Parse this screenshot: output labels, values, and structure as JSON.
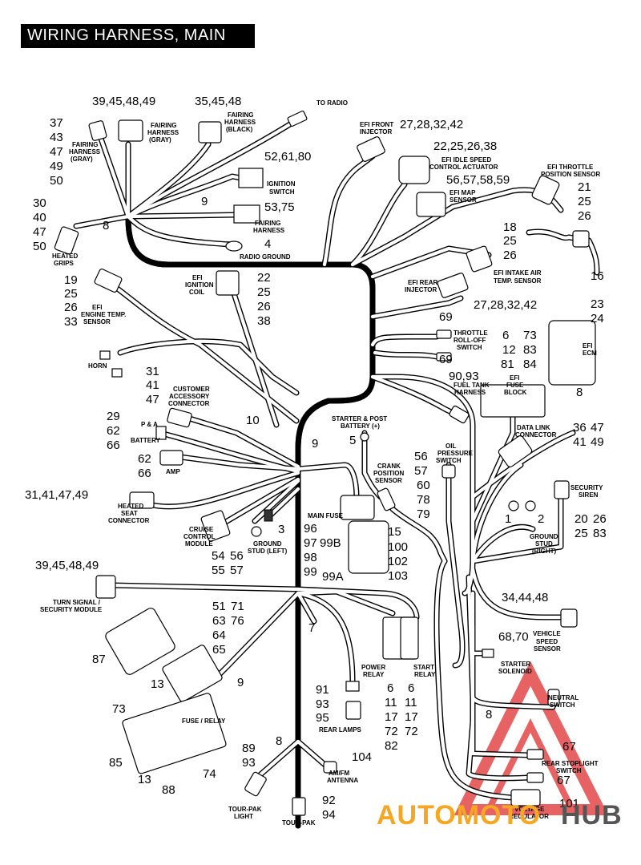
{
  "title": "WIRING HARNESS, MAIN",
  "watermark": {
    "left": "AUTOMOTO",
    "right": "HUB",
    "left_color": "#f5a623",
    "right_color": "#555555",
    "logo_color": "#e23b3b"
  },
  "callouts": [
    {
      "id": "c1",
      "text": "39,45,48,49"
    },
    {
      "id": "c2",
      "text": "35,45,48"
    },
    {
      "id": "c3",
      "text": "37"
    },
    {
      "id": "c4",
      "text": "43"
    },
    {
      "id": "c5",
      "text": "47"
    },
    {
      "id": "c6",
      "text": "49"
    },
    {
      "id": "c7",
      "text": "50"
    },
    {
      "id": "c8",
      "text": "52,61,80"
    },
    {
      "id": "c9",
      "text": "9"
    },
    {
      "id": "c10",
      "text": "30"
    },
    {
      "id": "c11",
      "text": "40"
    },
    {
      "id": "c12",
      "text": "47"
    },
    {
      "id": "c13",
      "text": "50"
    },
    {
      "id": "c14",
      "text": "8"
    },
    {
      "id": "c15",
      "text": "53,75"
    },
    {
      "id": "c16",
      "text": "4"
    },
    {
      "id": "c17",
      "text": "27,28,32,42"
    },
    {
      "id": "c18",
      "text": "22,25,26,38"
    },
    {
      "id": "c19",
      "text": "56,57,58,59"
    },
    {
      "id": "c20",
      "text": "21"
    },
    {
      "id": "c21",
      "text": "25"
    },
    {
      "id": "c22",
      "text": "26"
    },
    {
      "id": "c23",
      "text": "18"
    },
    {
      "id": "c24",
      "text": "25"
    },
    {
      "id": "c25",
      "text": "26"
    },
    {
      "id": "c26",
      "text": "16"
    },
    {
      "id": "c27",
      "text": "19"
    },
    {
      "id": "c28",
      "text": "25"
    },
    {
      "id": "c29",
      "text": "26"
    },
    {
      "id": "c30",
      "text": "33"
    },
    {
      "id": "c31",
      "text": "22"
    },
    {
      "id": "c32",
      "text": "25"
    },
    {
      "id": "c33",
      "text": "26"
    },
    {
      "id": "c34",
      "text": "38"
    },
    {
      "id": "c35",
      "text": "27,28,32,42"
    },
    {
      "id": "c36",
      "text": "23"
    },
    {
      "id": "c37",
      "text": "24"
    },
    {
      "id": "c38",
      "text": "69"
    },
    {
      "id": "c39",
      "text": "69"
    },
    {
      "id": "c40",
      "text": "6"
    },
    {
      "id": "c41",
      "text": "12"
    },
    {
      "id": "c42",
      "text": "81"
    },
    {
      "id": "c43",
      "text": "73"
    },
    {
      "id": "c44",
      "text": "83"
    },
    {
      "id": "c45",
      "text": "84"
    },
    {
      "id": "c46",
      "text": "90,93"
    },
    {
      "id": "c47",
      "text": "8"
    },
    {
      "id": "c48",
      "text": "31"
    },
    {
      "id": "c49",
      "text": "41"
    },
    {
      "id": "c50",
      "text": "47"
    },
    {
      "id": "c51",
      "text": "29"
    },
    {
      "id": "c52",
      "text": "62"
    },
    {
      "id": "c53",
      "text": "66"
    },
    {
      "id": "c54",
      "text": "10"
    },
    {
      "id": "c55",
      "text": "9"
    },
    {
      "id": "c56",
      "text": "5"
    },
    {
      "id": "c57",
      "text": "62"
    },
    {
      "id": "c58",
      "text": "66"
    },
    {
      "id": "c59",
      "text": "31,41,47,49"
    },
    {
      "id": "c60",
      "text": "36"
    },
    {
      "id": "c61",
      "text": "47"
    },
    {
      "id": "c62",
      "text": "41"
    },
    {
      "id": "c63",
      "text": "49"
    },
    {
      "id": "c64",
      "text": "56"
    },
    {
      "id": "c65",
      "text": "57"
    },
    {
      "id": "c66",
      "text": "60"
    },
    {
      "id": "c67",
      "text": "78"
    },
    {
      "id": "c68",
      "text": "79"
    },
    {
      "id": "c69",
      "text": "3"
    },
    {
      "id": "c70",
      "text": "96"
    },
    {
      "id": "c71",
      "text": "97"
    },
    {
      "id": "c72",
      "text": "99B"
    },
    {
      "id": "c73",
      "text": "98"
    },
    {
      "id": "c74",
      "text": "99"
    },
    {
      "id": "c75",
      "text": "99A"
    },
    {
      "id": "c76",
      "text": "15"
    },
    {
      "id": "c77",
      "text": "100"
    },
    {
      "id": "c78",
      "text": "102"
    },
    {
      "id": "c79",
      "text": "103"
    },
    {
      "id": "c80",
      "text": "1"
    },
    {
      "id": "c81",
      "text": "2"
    },
    {
      "id": "c82",
      "text": "20"
    },
    {
      "id": "c83",
      "text": "26"
    },
    {
      "id": "c84",
      "text": "25"
    },
    {
      "id": "c85",
      "text": "83"
    },
    {
      "id": "c86",
      "text": "54"
    },
    {
      "id": "c87",
      "text": "56"
    },
    {
      "id": "c88",
      "text": "55"
    },
    {
      "id": "c89",
      "text": "57"
    },
    {
      "id": "c90",
      "text": "39,45,48,49"
    },
    {
      "id": "c91",
      "text": "51"
    },
    {
      "id": "c92",
      "text": "71"
    },
    {
      "id": "c93",
      "text": "63"
    },
    {
      "id": "c94",
      "text": "76"
    },
    {
      "id": "c95",
      "text": "64"
    },
    {
      "id": "c96",
      "text": "65"
    },
    {
      "id": "c97",
      "text": "7"
    },
    {
      "id": "c98",
      "text": "34,44,48"
    },
    {
      "id": "c99",
      "text": "68,70"
    },
    {
      "id": "c100",
      "text": "87"
    },
    {
      "id": "c101",
      "text": "13"
    },
    {
      "id": "c102",
      "text": "9"
    },
    {
      "id": "c103",
      "text": "6"
    },
    {
      "id": "c104",
      "text": "11"
    },
    {
      "id": "c105",
      "text": "17"
    },
    {
      "id": "c106",
      "text": "72"
    },
    {
      "id": "c107",
      "text": "82"
    },
    {
      "id": "c108",
      "text": "6"
    },
    {
      "id": "c109",
      "text": "11"
    },
    {
      "id": "c110",
      "text": "17"
    },
    {
      "id": "c111",
      "text": "72"
    },
    {
      "id": "c112",
      "text": "91"
    },
    {
      "id": "c113",
      "text": "93"
    },
    {
      "id": "c114",
      "text": "95"
    },
    {
      "id": "c115",
      "text": "8"
    },
    {
      "id": "c116",
      "text": "73"
    },
    {
      "id": "c117",
      "text": "85"
    },
    {
      "id": "c118",
      "text": "13"
    },
    {
      "id": "c119",
      "text": "88"
    },
    {
      "id": "c120",
      "text": "74"
    },
    {
      "id": "c121",
      "text": "8"
    },
    {
      "id": "c122",
      "text": "89"
    },
    {
      "id": "c123",
      "text": "93"
    },
    {
      "id": "c124",
      "text": "104"
    },
    {
      "id": "c125",
      "text": "92"
    },
    {
      "id": "c126",
      "text": "94"
    },
    {
      "id": "c127",
      "text": "67"
    },
    {
      "id": "c128",
      "text": "67"
    },
    {
      "id": "c129",
      "text": "101"
    }
  ],
  "labels": [
    {
      "id": "l1",
      "text": "TO RADIO"
    },
    {
      "id": "l2",
      "text": "FAIRING"
    },
    {
      "id": "l3",
      "text": "HARNESS"
    },
    {
      "id": "l4",
      "text": "(GRAY)"
    },
    {
      "id": "l5",
      "text": "FAIRING"
    },
    {
      "id": "l6",
      "text": "HARNESS"
    },
    {
      "id": "l7",
      "text": "(BLACK)"
    },
    {
      "id": "l8",
      "text": "FAIRING"
    },
    {
      "id": "l9",
      "text": "HARNESS"
    },
    {
      "id": "l10",
      "text": "(GRAY)"
    },
    {
      "id": "l11",
      "text": "IGNITION"
    },
    {
      "id": "l12",
      "text": "SWITCH"
    },
    {
      "id": "l13",
      "text": "FAIRING"
    },
    {
      "id": "l14",
      "text": "HARNESS"
    },
    {
      "id": "l15",
      "text": "RADIO GROUND"
    },
    {
      "id": "l16",
      "text": "HEATED"
    },
    {
      "id": "l17",
      "text": "GRIPS"
    },
    {
      "id": "l18",
      "text": "EFI FRONT"
    },
    {
      "id": "l19",
      "text": "INJECTOR"
    },
    {
      "id": "l20",
      "text": "EFI IDLE SPEED"
    },
    {
      "id": "l21",
      "text": "CONTROL ACTUATOR"
    },
    {
      "id": "l22",
      "text": "EFI MAP"
    },
    {
      "id": "l23",
      "text": "SENSOR"
    },
    {
      "id": "l24",
      "text": "EFI THROTTLE"
    },
    {
      "id": "l25",
      "text": "POSITION SENSOR"
    },
    {
      "id": "l26",
      "text": "EFI INTAKE AIR"
    },
    {
      "id": "l27",
      "text": "TEMP. SENSOR"
    },
    {
      "id": "l28",
      "text": "EFI"
    },
    {
      "id": "l29",
      "text": "ENGINE TEMP."
    },
    {
      "id": "l30",
      "text": "SENSOR"
    },
    {
      "id": "l31",
      "text": "EFI"
    },
    {
      "id": "l32",
      "text": "IGNITION"
    },
    {
      "id": "l33",
      "text": "COIL"
    },
    {
      "id": "l34",
      "text": "EFI REAR"
    },
    {
      "id": "l35",
      "text": "INJECTOR"
    },
    {
      "id": "l36",
      "text": "EFI"
    },
    {
      "id": "l37",
      "text": "ECM"
    },
    {
      "id": "l38",
      "text": "THROTTLE"
    },
    {
      "id": "l39",
      "text": "ROLL-OFF"
    },
    {
      "id": "l40",
      "text": "SWITCH"
    },
    {
      "id": "l41",
      "text": "HORN"
    },
    {
      "id": "l42",
      "text": "EFI"
    },
    {
      "id": "l43",
      "text": "FUSE"
    },
    {
      "id": "l44",
      "text": "BLOCK"
    },
    {
      "id": "l45",
      "text": "FUEL TANK"
    },
    {
      "id": "l46",
      "text": "HARNESS"
    },
    {
      "id": "l47",
      "text": "CUSTOMER"
    },
    {
      "id": "l48",
      "text": "ACCESSORY"
    },
    {
      "id": "l49",
      "text": "CONNECTOR"
    },
    {
      "id": "l50",
      "text": "STARTER & POST"
    },
    {
      "id": "l51",
      "text": "BATTERY (+)"
    },
    {
      "id": "l52",
      "text": "P & A"
    },
    {
      "id": "l53",
      "text": "BATTERY"
    },
    {
      "id": "l54",
      "text": "OIL"
    },
    {
      "id": "l55",
      "text": "PRESSURE"
    },
    {
      "id": "l56",
      "text": "SWITCH"
    },
    {
      "id": "l57",
      "text": "DATA LINK"
    },
    {
      "id": "l58",
      "text": "CONNECTOR"
    },
    {
      "id": "l59",
      "text": "AMP"
    },
    {
      "id": "l60",
      "text": "CRANK"
    },
    {
      "id": "l61",
      "text": "POSITION"
    },
    {
      "id": "l62",
      "text": "SENSOR"
    },
    {
      "id": "l63",
      "text": "SECURITY"
    },
    {
      "id": "l64",
      "text": "SIREN"
    },
    {
      "id": "l65",
      "text": "HEATED"
    },
    {
      "id": "l66",
      "text": "SEAT"
    },
    {
      "id": "l67",
      "text": "CONNECTOR"
    },
    {
      "id": "l68",
      "text": "MAIN FUSE"
    },
    {
      "id": "l69",
      "text": "CRUISE"
    },
    {
      "id": "l70",
      "text": "CONTROL"
    },
    {
      "id": "l71",
      "text": "MODULE"
    },
    {
      "id": "l72",
      "text": "GROUND"
    },
    {
      "id": "l73",
      "text": "STUD (LEFT)"
    },
    {
      "id": "l74",
      "text": "GROUND"
    },
    {
      "id": "l75",
      "text": "STUD"
    },
    {
      "id": "l76",
      "text": "(RIGHT)"
    },
    {
      "id": "l77",
      "text": "TURN SIGNAL /"
    },
    {
      "id": "l78",
      "text": "SECURITY MODULE"
    },
    {
      "id": "l79",
      "text": "VEHICLE"
    },
    {
      "id": "l80",
      "text": "SPEED"
    },
    {
      "id": "l81",
      "text": "SENSOR"
    },
    {
      "id": "l82",
      "text": "STARTER"
    },
    {
      "id": "l83",
      "text": "SOLENOID"
    },
    {
      "id": "l84",
      "text": "POWER"
    },
    {
      "id": "l85",
      "text": "RELAY"
    },
    {
      "id": "l86",
      "text": "START"
    },
    {
      "id": "l87",
      "text": "RELAY"
    },
    {
      "id": "l88",
      "text": "NEUTRAL"
    },
    {
      "id": "l89",
      "text": "SWITCH"
    },
    {
      "id": "l90",
      "text": "REAR LAMPS"
    },
    {
      "id": "l91",
      "text": "FUSE / RELAY"
    },
    {
      "id": "l92",
      "text": "REAR STOPLIGHT"
    },
    {
      "id": "l93",
      "text": "SWITCH"
    },
    {
      "id": "l94",
      "text": "AM/FM"
    },
    {
      "id": "l95",
      "text": "ANTENNA"
    },
    {
      "id": "l96",
      "text": "TOUR-PAK"
    },
    {
      "id": "l97",
      "text": "LIGHT"
    },
    {
      "id": "l98",
      "text": "TOUR-PAK"
    },
    {
      "id": "l99",
      "text": "VOLTAGE"
    },
    {
      "id": "l100",
      "text": "REGULATOR"
    }
  ]
}
